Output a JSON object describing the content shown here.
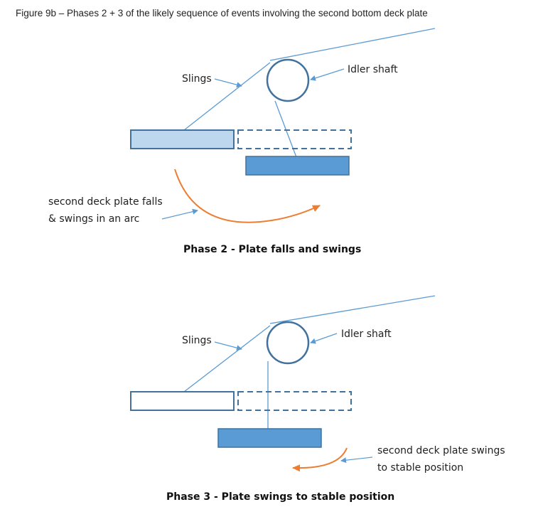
{
  "caption": "Figure 9b – Phases 2 + 3 of the likely sequence of events involving the second bottom deck plate",
  "phase2": {
    "title": "Phase 2 -  Plate falls and swings",
    "slings_label": "Slings",
    "idler_label": "Idler shaft",
    "note_line1": "second deck plate falls",
    "note_line2": "& swings in an arc"
  },
  "phase3": {
    "title": "Phase 3 -  Plate swings to stable position",
    "slings_label": "Slings",
    "idler_label": "Idler shaft",
    "note_line1": "second deck plate swings",
    "note_line2": "to stable position"
  },
  "colors": {
    "line_blue": "#5b9bd5",
    "outline_blue": "#41719c",
    "plate_light": "#bdd7ee",
    "plate_solid": "#5b9bd5",
    "arc_orange": "#ed7d31"
  }
}
